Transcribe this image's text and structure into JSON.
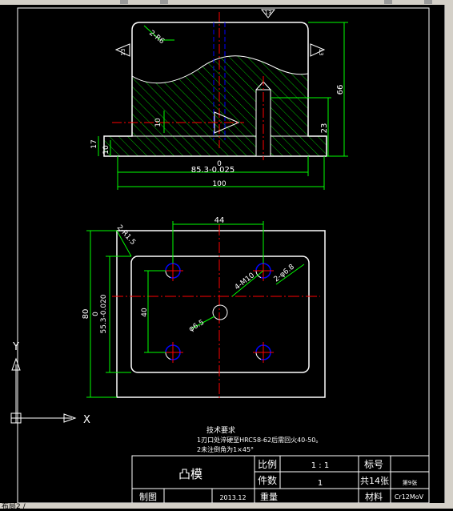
{
  "window": {
    "layout_tab": "布局2 /"
  },
  "top_view": {
    "dim_width_tol_upper": "0",
    "dim_width_tol": "85.3-0.025",
    "dim_width_total": "100",
    "dim_height_total": "66",
    "dim_step": "17",
    "dim_base": "10",
    "dim_hole_depth": "10",
    "dim_post": "23",
    "radius_label": "2-R6",
    "section_tag_top": "13",
    "section_tag_left": "13",
    "section_tag_right": "13"
  },
  "plan_view": {
    "dim_hole_spacing_x": "44",
    "dim_height_total": "80",
    "dim_height_tol_upper": "0",
    "dim_height_tol": "55.3-0.020",
    "dim_hole_spacing_y": "40",
    "corner_radius": "2-R1.5",
    "hole_label_tap": "4-M10",
    "hole_label_pin": "2-φ6.8",
    "center_hole_label": "φ6.5"
  },
  "ucs": {
    "y_label": "Y",
    "x_label": "X"
  },
  "notes": {
    "heading": "技术要求",
    "line1": "1刃口处淬硬至HRC58-62后需回火40-50。",
    "line2": "2未注倒角为1×45°"
  },
  "title_block": {
    "part_name": "凸模",
    "scale_label": "比例",
    "scale_value": "1 : 1",
    "quantity_label": "件数",
    "quantity_value": "1",
    "drawing_no_label": "标号",
    "sheet_total": "共14张",
    "sheet_no": "第9张",
    "drawn_by_label": "制图",
    "date": "2013.12",
    "weight_label": "重量",
    "material_label": "材料",
    "material_value": "Cr12MoV"
  },
  "colors": {
    "background": "#000000",
    "outline": "#ffffff",
    "dimension": "#00ff00",
    "centerline": "#ff0000",
    "hidden": "#0000ff",
    "hatch": "#00c000",
    "thread": "#0000ff"
  }
}
